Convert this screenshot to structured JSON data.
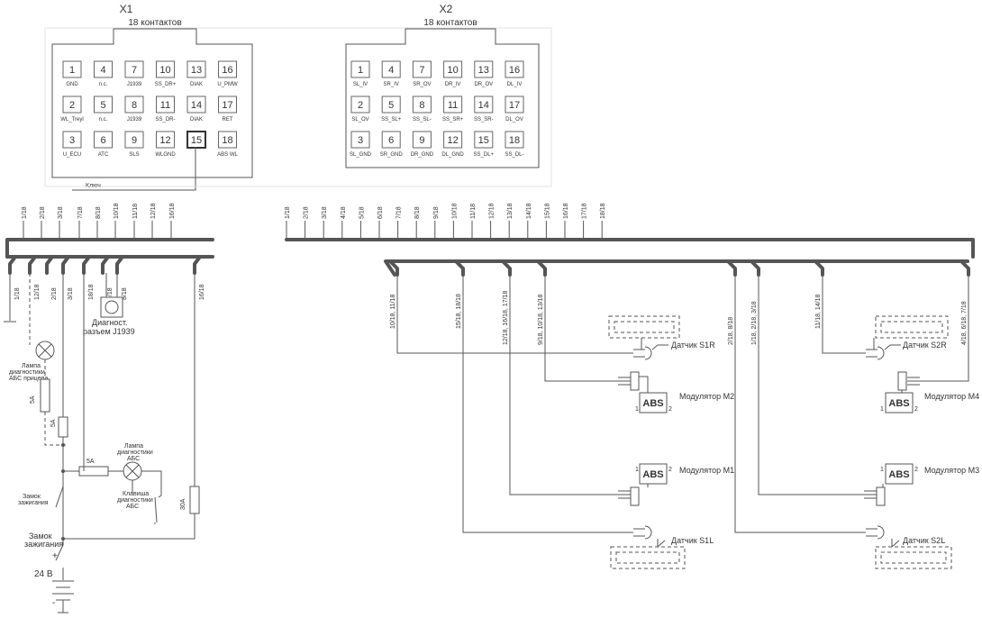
{
  "connectors": [
    {
      "id": "x1",
      "title": "X1",
      "subtitle": "18 контактов",
      "pins": [
        {
          "n": "1",
          "s": "GND"
        },
        {
          "n": "4",
          "s": "n.c."
        },
        {
          "n": "7",
          "s": "J1939"
        },
        {
          "n": "10",
          "s": "SS_DR+"
        },
        {
          "n": "13",
          "s": "DIAK"
        },
        {
          "n": "16",
          "s": "U_PMW"
        },
        {
          "n": "2",
          "s": "WL_Treyl"
        },
        {
          "n": "5",
          "s": "n.c."
        },
        {
          "n": "8",
          "s": "J1939"
        },
        {
          "n": "11",
          "s": "SS_DR-"
        },
        {
          "n": "14",
          "s": "DIAK"
        },
        {
          "n": "17",
          "s": "RET"
        },
        {
          "n": "3",
          "s": "U_ECU"
        },
        {
          "n": "6",
          "s": "ATC"
        },
        {
          "n": "9",
          "s": "SLS"
        },
        {
          "n": "12",
          "s": "WLGND"
        },
        {
          "n": "15",
          "s": ""
        },
        {
          "n": "18",
          "s": "ABS WL"
        }
      ]
    },
    {
      "id": "x2",
      "title": "X2",
      "subtitle": "18 контактов",
      "pins": [
        {
          "n": "1",
          "s": "SL_IV"
        },
        {
          "n": "4",
          "s": "SR_IV"
        },
        {
          "n": "7",
          "s": "SR_OV"
        },
        {
          "n": "10",
          "s": "DR_IV"
        },
        {
          "n": "13",
          "s": "DR_OV"
        },
        {
          "n": "16",
          "s": "DL_IV"
        },
        {
          "n": "2",
          "s": "SL_OV"
        },
        {
          "n": "5",
          "s": "SS_SL+"
        },
        {
          "n": "8",
          "s": "SS_SL-"
        },
        {
          "n": "11",
          "s": "SS_SR+"
        },
        {
          "n": "14",
          "s": "SS_SR-"
        },
        {
          "n": "17",
          "s": "DL_OV"
        },
        {
          "n": "3",
          "s": "SL_GND"
        },
        {
          "n": "6",
          "s": "SR_GND"
        },
        {
          "n": "9",
          "s": "DR_GND"
        },
        {
          "n": "12",
          "s": "DL_GND"
        },
        {
          "n": "15",
          "s": "SS_DL+"
        },
        {
          "n": "18",
          "s": "SS_DL-"
        }
      ]
    }
  ],
  "key_label": "Ключ",
  "bus1_top_labels": [
    "1/18",
    "2/18",
    "3/18",
    "7/18",
    "8/18",
    "10/18",
    "11/18",
    "12/18",
    "16/18"
  ],
  "bus2_top_labels": [
    "1/18",
    "2/18",
    "3/18",
    "4/18",
    "5/18",
    "6/18",
    "7/18",
    "8/18",
    "9/18",
    "10/18",
    "11/18",
    "12/18",
    "13/18",
    "14/18",
    "15/18",
    "16/18",
    "17/18",
    "18/18"
  ],
  "bus1_drop_labels": [
    "1/18",
    "12/18",
    "2/18",
    "3/18",
    "18/18",
    "7/18",
    "8/18",
    "16/18"
  ],
  "bus2_drop_labels": [
    "10/18, 11/18",
    "15/18, 18/18",
    "12/18, 16/18, 17/18",
    "9/18, 10/18, 13/18",
    "2/18, 8/18",
    "1/18, 2/18, 3/18",
    "11/18, 14/18",
    "4/18, 6/18, 7/18"
  ],
  "diag_connector": "Диагност. разъем J1939",
  "lamp_trailer": "Лампа диагностики АБС прицепа",
  "lamp_abs": "Лампа диагностики АБС",
  "button_abs": "Клавиша диагностики АБС",
  "ignition_small": "Замок зажигания",
  "ignition_main": "Замок зажигания",
  "fuses": [
    "5A",
    "5A",
    "5A",
    "30A"
  ],
  "battery": "24 В",
  "battery_plus": "+",
  "battery_minus": "-",
  "sensors": [
    "Датчик S1R",
    "Датчик S2R",
    "Датчик S1L",
    "Датчик S2L"
  ],
  "modulators": [
    "Модулятор M2",
    "Модулятор M4",
    "Модулятор M1",
    "Модулятор M3"
  ],
  "abs_label": "ABS",
  "coil_pin1": "1",
  "coil_pin2": "2"
}
